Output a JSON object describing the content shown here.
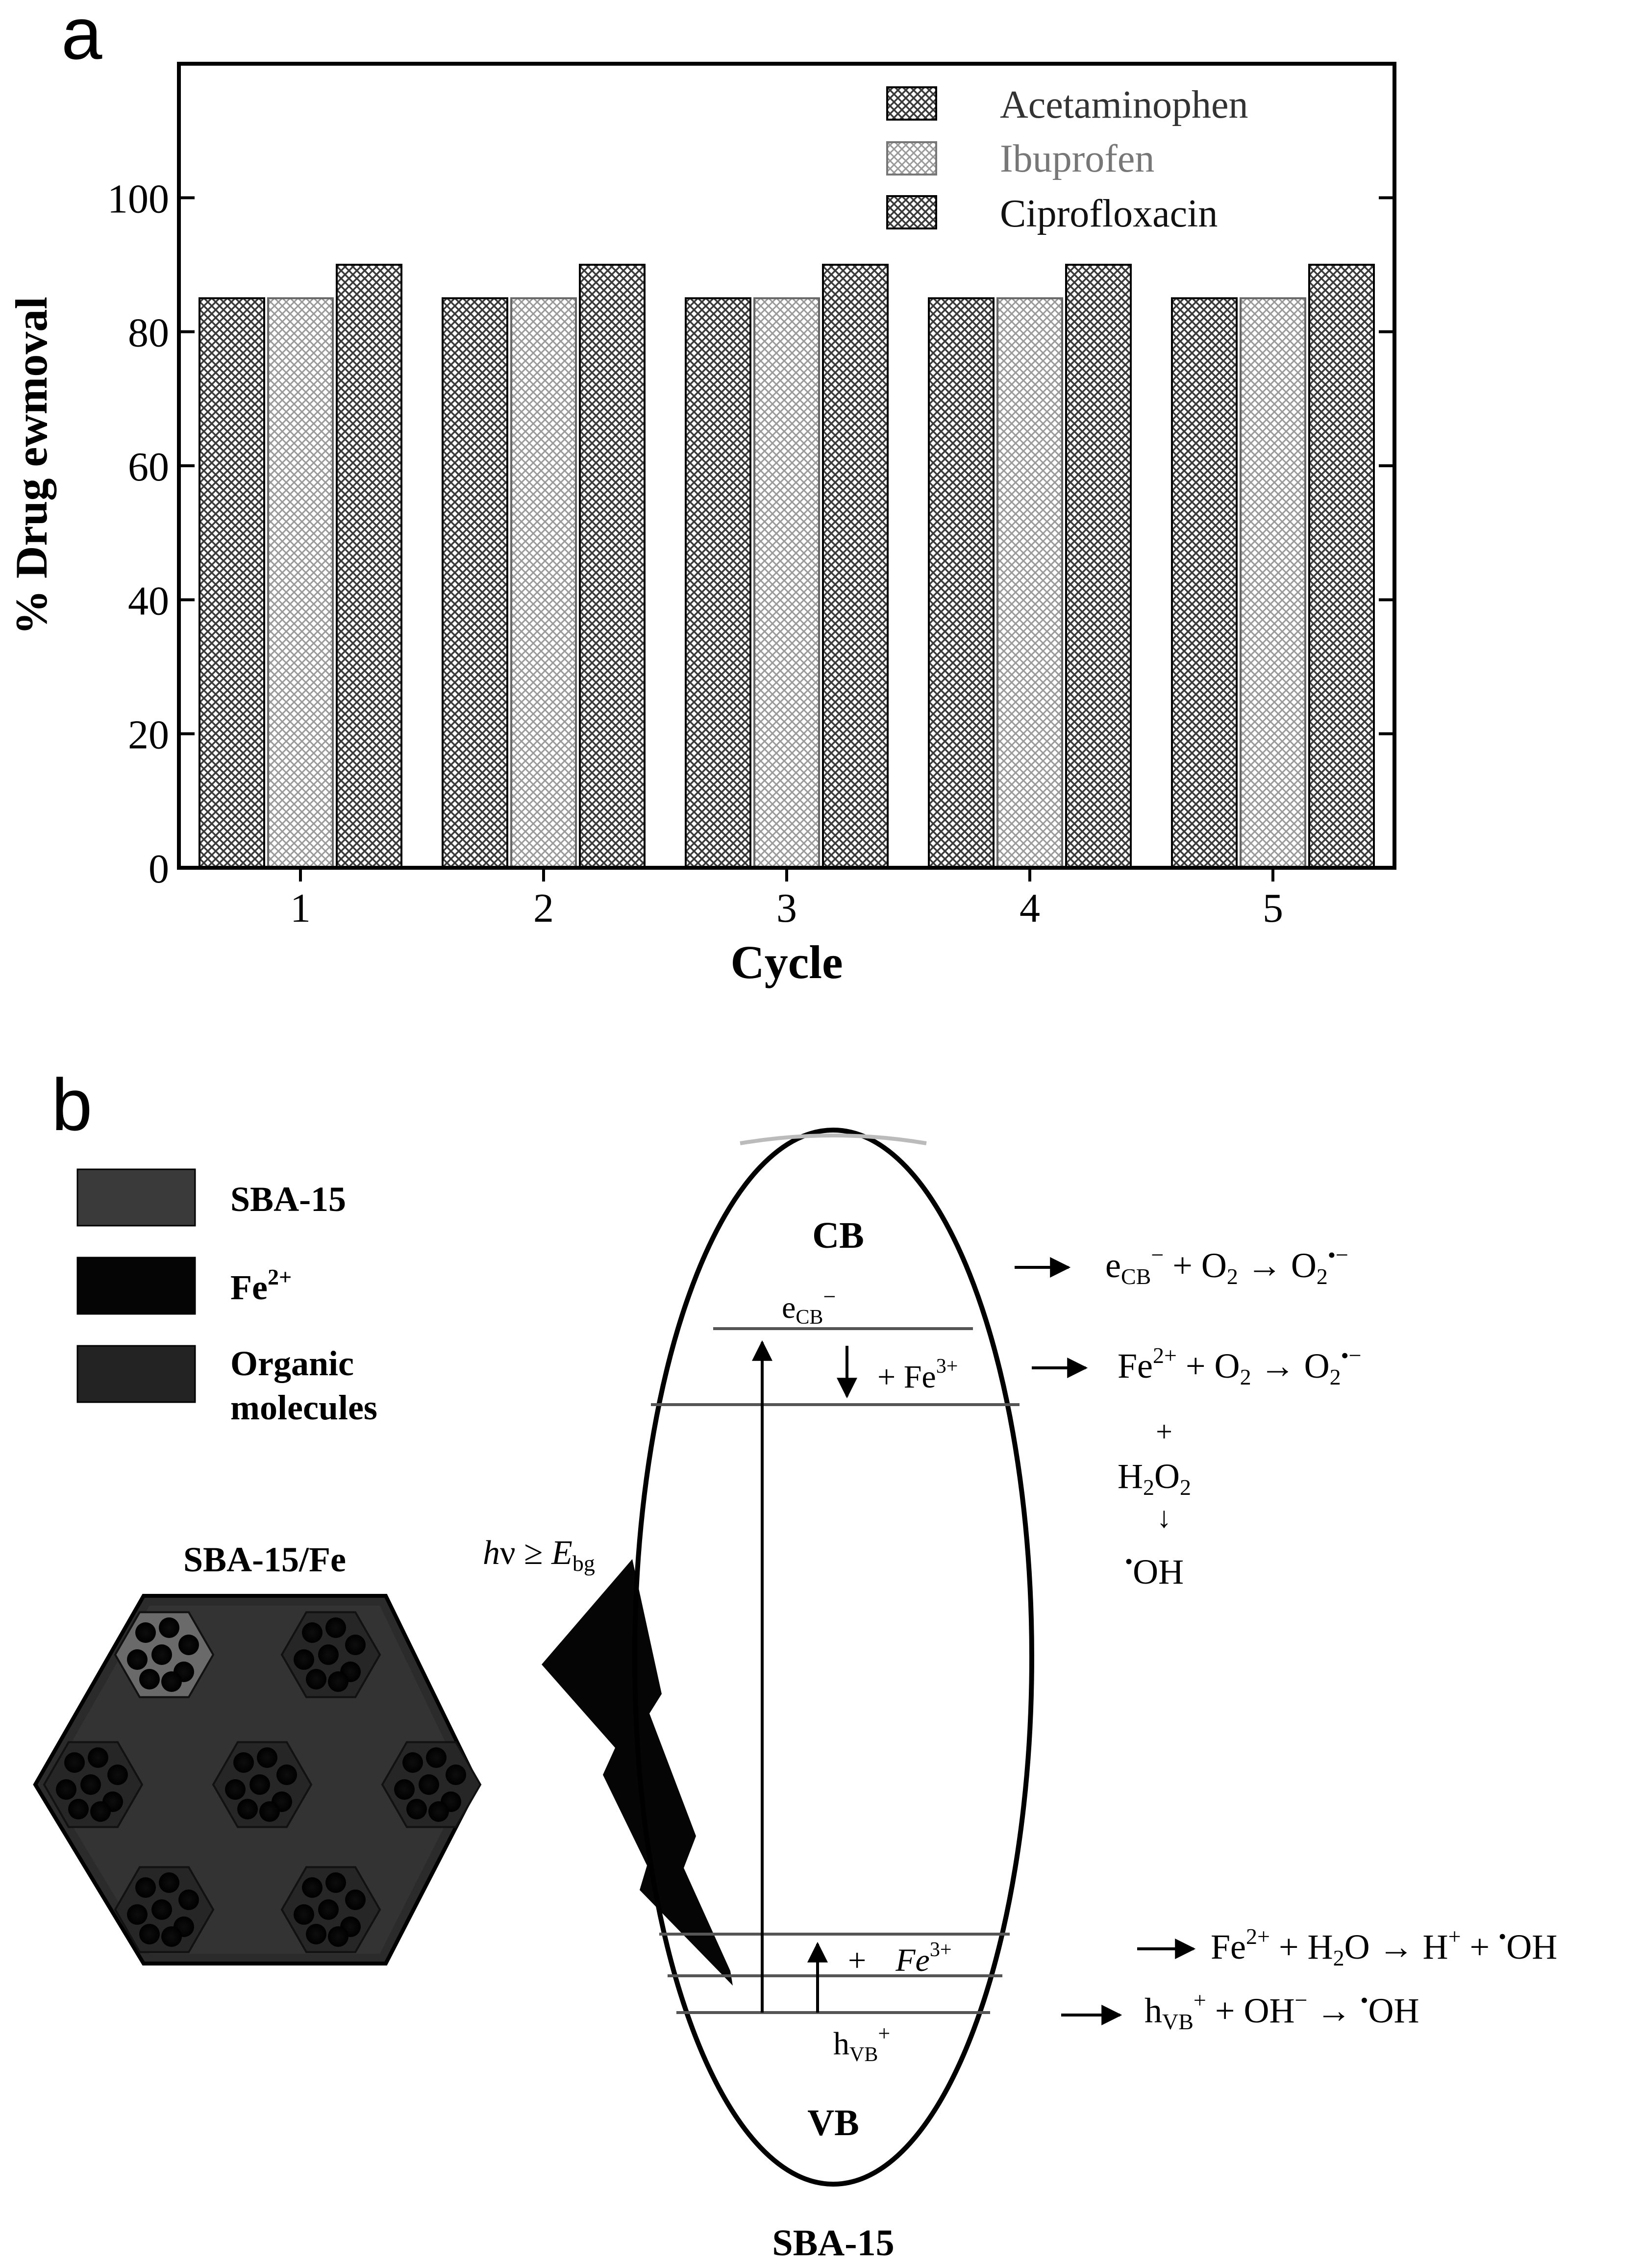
{
  "panel_a_label": "a",
  "panel_b_label": "b",
  "chart_data": {
    "type": "bar",
    "title": "",
    "xlabel": "Cycle",
    "ylabel": "% Drug ewmoval",
    "categories": [
      "1",
      "2",
      "3",
      "4",
      "5"
    ],
    "series": [
      {
        "name": "Acetaminophen",
        "values": [
          85,
          85,
          85,
          85,
          85
        ]
      },
      {
        "name": "Ibuprofen",
        "values": [
          85,
          85,
          85,
          85,
          85
        ]
      },
      {
        "name": "Ciprofloxacin",
        "values": [
          90,
          90,
          90,
          90,
          90
        ]
      }
    ],
    "ylim": [
      0,
      120
    ],
    "yticks": [
      0,
      20,
      40,
      60,
      80,
      100
    ],
    "grid": false,
    "legend_position": "top-right",
    "colors": {
      "dense_hatch": "#555555",
      "light_hatch": "#9a9a9a",
      "legend_ibuprofen_text": "#777777"
    }
  },
  "diagram": {
    "legend": {
      "sba15": "SBA-15",
      "fe_base": "Fe",
      "fe_sup": "2+",
      "organic_line1": "Organic",
      "organic_line2": "molecules"
    },
    "particle_label": "SBA-15/Fe",
    "light_label": {
      "h": "h",
      "nu": "ν ≥ ",
      "E": "E",
      "sub": "bg"
    },
    "band_cb": "CB",
    "band_vb": "VB",
    "ellipse_label": "SBA-15",
    "ecb": {
      "e": "e",
      "sub": "CB",
      "sup": "−"
    },
    "fe3_top": {
      "plus": "+ Fe",
      "sup": "3+"
    },
    "fe3_bottom": {
      "plus": "+",
      "fe": "Fe",
      "sup": "3+"
    },
    "hvb": {
      "h": "h",
      "sub": "VB",
      "sup": "+"
    },
    "reactions": {
      "r1": {
        "e": "e",
        "sub1": "CB",
        "sup1": "−",
        "mid": " + O",
        "sub2": "2",
        "arrow": " → O",
        "sub3": "2",
        "sup3": "•−"
      },
      "r2": {
        "fe": "Fe",
        "sup1": "2+",
        "mid": " + O",
        "sub2": "2",
        "arrow": " → O",
        "sub3": "2",
        "sup3": "•−"
      },
      "plus": "+",
      "h2o2": {
        "h": "H",
        "sub1": "2",
        "o": "O",
        "sub2": "2"
      },
      "down_arrow": "↓",
      "oh_dot": "•",
      "oh": "OH",
      "r3": {
        "fe": "Fe",
        "sup1": "2+",
        "mid": " + H",
        "sub2": "2",
        "rest": "O → H",
        "sup3": "+",
        "end": " + ",
        "dot": "•",
        "oh": "OH"
      },
      "r4": {
        "h": "h",
        "sub1": "VB",
        "sup1": "+",
        "mid": " + OH",
        "sup2": "−",
        "arrow": " → ",
        "dot": "•",
        "oh": "OH"
      }
    }
  }
}
